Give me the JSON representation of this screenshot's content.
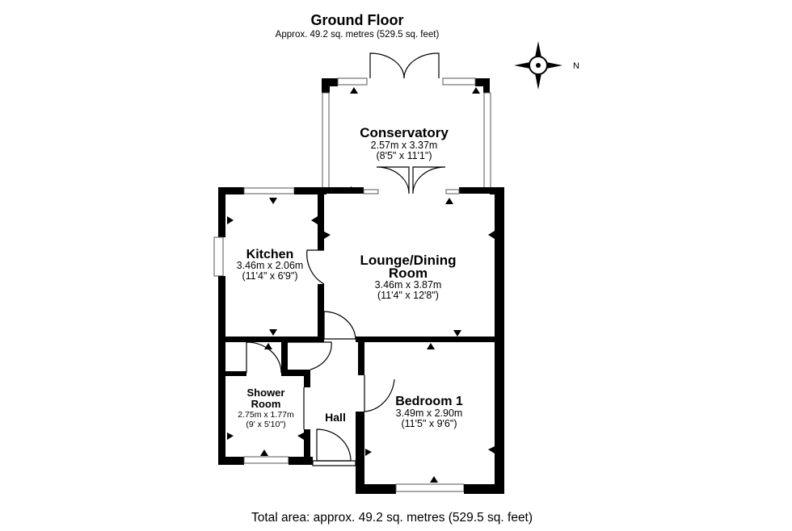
{
  "header": {
    "title": "Ground Floor",
    "subtitle": "Approx. 49.2 sq. metres (529.5 sq. feet)"
  },
  "compass": {
    "label": "N",
    "icon": "compass-rose-icon"
  },
  "rooms": {
    "conservatory": {
      "name": "Conservatory",
      "metric": "2.57m x 3.37m",
      "imperial": "(8'5\" x 11'1\")"
    },
    "kitchen": {
      "name": "Kitchen",
      "metric": "3.46m x 2.06m",
      "imperial": "(11'4\" x 6'9\")"
    },
    "lounge": {
      "name_line1": "Lounge/Dining",
      "name_line2": "Room",
      "metric": "3.46m x 3.87m",
      "imperial": "(11'4\" x 12'8\")"
    },
    "shower": {
      "name_line1": "Shower",
      "name_line2": "Room",
      "metric": "2.75m x 1.77m",
      "imperial": "(9' x 5'10\")"
    },
    "hall": {
      "name": "Hall"
    },
    "bedroom": {
      "name": "Bedroom 1",
      "metric": "3.49m x 2.90m",
      "imperial": "(11'5\" x 9'6\")"
    }
  },
  "footer": {
    "total": "Total area: approx. 49.2 sq. metres (529.5 sq. feet)"
  }
}
